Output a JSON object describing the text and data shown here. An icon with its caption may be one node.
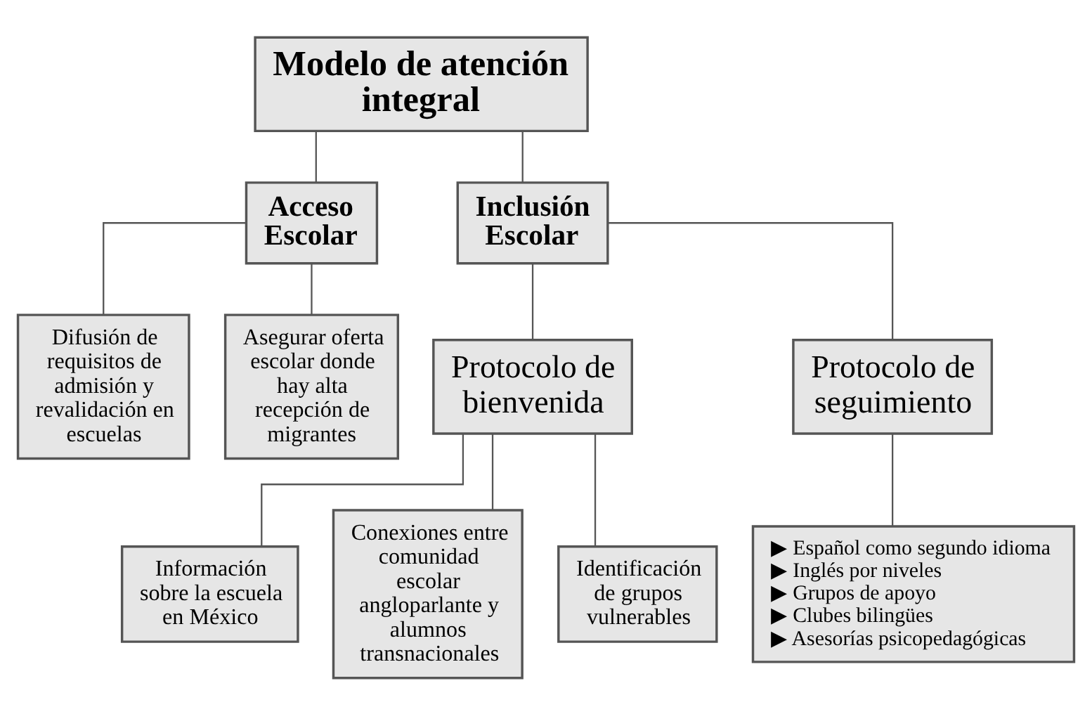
{
  "diagram": {
    "nodes": [
      {
        "text": [
          "Modelo de atención integral"
        ]
      },
      {
        "text": [
          "Acceso Escolar"
        ]
      },
      {
        "text": [
          "Difusión de requisitos de admisión y revalidación en escuelas"
        ]
      },
      {
        "text": [
          "Asegurar oferta escolar donde hay alta recepción de migrantes"
        ]
      },
      {
        "text": [
          "Inclusión Escolar"
        ]
      },
      {
        "text": [
          "Protocolo de bienvenida"
        ]
      },
      {
        "text": [
          "Protocolo de seguimiento"
        ]
      },
      {
        "text": [
          "Información sobre la escuela en México"
        ]
      },
      {
        "text": [
          "Conexiones entre comunidad escolar angloparlante y alumnos transnacionales"
        ]
      },
      {
        "text": [
          "Identificación de grupos vulnerables"
        ]
      },
      {
        "text": [
          "▶ Español como segundo idioma",
          "▶ Inglés por niveles",
          "▶ Grupos de apoyo",
          "▶ Clubes bilingües",
          "▶ Asesorías psicopedagógicas"
        ]
      }
    ],
    "edges": [
      {
        "from": 0,
        "to": 1,
        "arrow": "none"
      },
      {
        "from": 1,
        "to": 2,
        "arrow": "none"
      },
      {
        "from": 1,
        "to": 3,
        "arrow": "none"
      },
      {
        "from": 0,
        "to": 4,
        "arrow": "none"
      },
      {
        "from": 4,
        "to": 5,
        "arrow": "none"
      },
      {
        "from": 4,
        "to": 6,
        "arrow": "none"
      },
      {
        "from": 5,
        "to": 7,
        "arrow": "none"
      },
      {
        "from": 5,
        "to": 8,
        "arrow": "none"
      },
      {
        "from": 5,
        "to": 9,
        "arrow": "none"
      },
      {
        "from": 6,
        "to": 10,
        "arrow": "none"
      }
    ]
  }
}
